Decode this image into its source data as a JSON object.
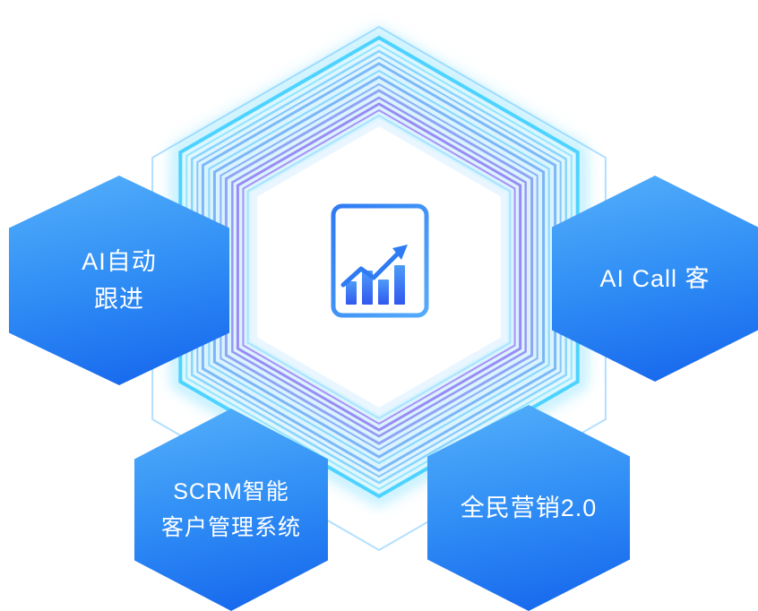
{
  "nodes": {
    "left": {
      "lines": [
        "AI自动",
        "跟进"
      ]
    },
    "right": {
      "lines": [
        "AI Call 客"
      ]
    },
    "bottom_left": {
      "lines": [
        "SCRM智能",
        "客户管理系统"
      ]
    },
    "bottom_right": {
      "lines": [
        "全民营销2.0"
      ]
    }
  },
  "center": {
    "icon": "report-chart-icon"
  },
  "colors": {
    "node_blue_start": "#54B0FA",
    "node_blue_end": "#1463EC",
    "ring_cyan": "#3ECFFF",
    "ring_blue": "#2F7FF0",
    "ring_purple": "#7A52F0",
    "icon_blue": "#2E7BF3",
    "outline_blue": "#ABDCFF"
  }
}
